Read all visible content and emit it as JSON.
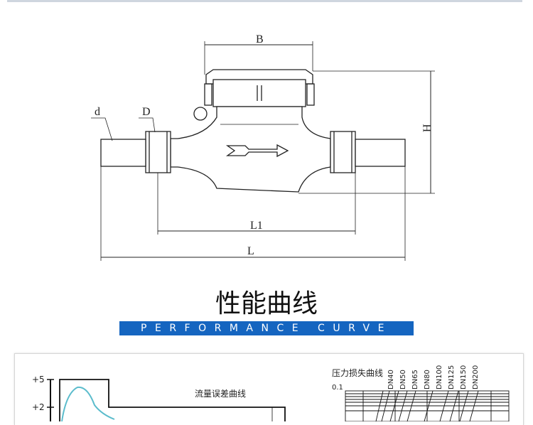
{
  "drawing": {
    "dim_b": "B",
    "dim_h": "H",
    "dim_d_upper": "D",
    "dim_d_lower": "d",
    "dim_l1": "L1",
    "dim_l": "L"
  },
  "section": {
    "title": "性能曲线",
    "subtitle": "PERFORMANCE CURVE"
  },
  "error_chart": {
    "title": "流量误差曲线",
    "y_ticks": [
      "+5",
      "+2"
    ]
  },
  "pressure_chart": {
    "title": "压力损失曲线",
    "y_tick": "0.1",
    "series": [
      "DN40",
      "DN50",
      "DN65",
      "DN80",
      "DN100",
      "DN125",
      "DN150",
      "DN200"
    ]
  },
  "colors": {
    "banner": "#1565c0",
    "curve": "#5bbccc"
  }
}
